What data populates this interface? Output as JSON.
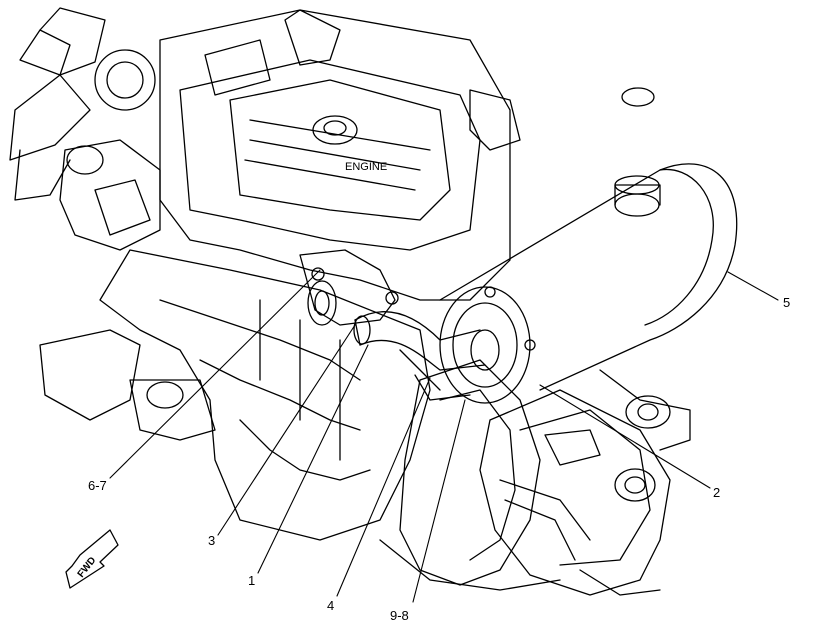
{
  "diagram": {
    "engine_label": "ENGINE",
    "fwd_label": "FWD",
    "callouts": [
      {
        "id": "c1",
        "label": "1"
      },
      {
        "id": "c2",
        "label": "2"
      },
      {
        "id": "c3",
        "label": "3"
      },
      {
        "id": "c4",
        "label": "4"
      },
      {
        "id": "c5",
        "label": "5"
      },
      {
        "id": "c67",
        "label": "6-7"
      },
      {
        "id": "c98",
        "label": "9-8"
      }
    ]
  }
}
